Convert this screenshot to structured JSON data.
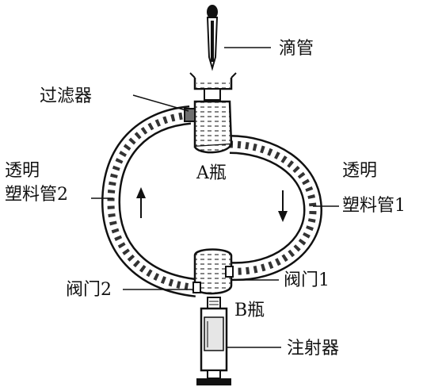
{
  "labels": {
    "dropper": "滴管",
    "filter": "过滤器",
    "tube2_line1": "透明",
    "tube2_line2": "塑料管2",
    "tube1_line1": "透明",
    "tube1_line2": "塑料管1",
    "bottle_a": "A瓶",
    "bottle_b": "B瓶",
    "valve2": "阀门2",
    "valve1": "阀门1",
    "syringe": "注射器"
  },
  "colors": {
    "ink": "#111111",
    "filter_fill": "#6e6e6e",
    "background": "#ffffff"
  },
  "flow": {
    "tube1_direction": "down",
    "tube2_direction": "up"
  }
}
